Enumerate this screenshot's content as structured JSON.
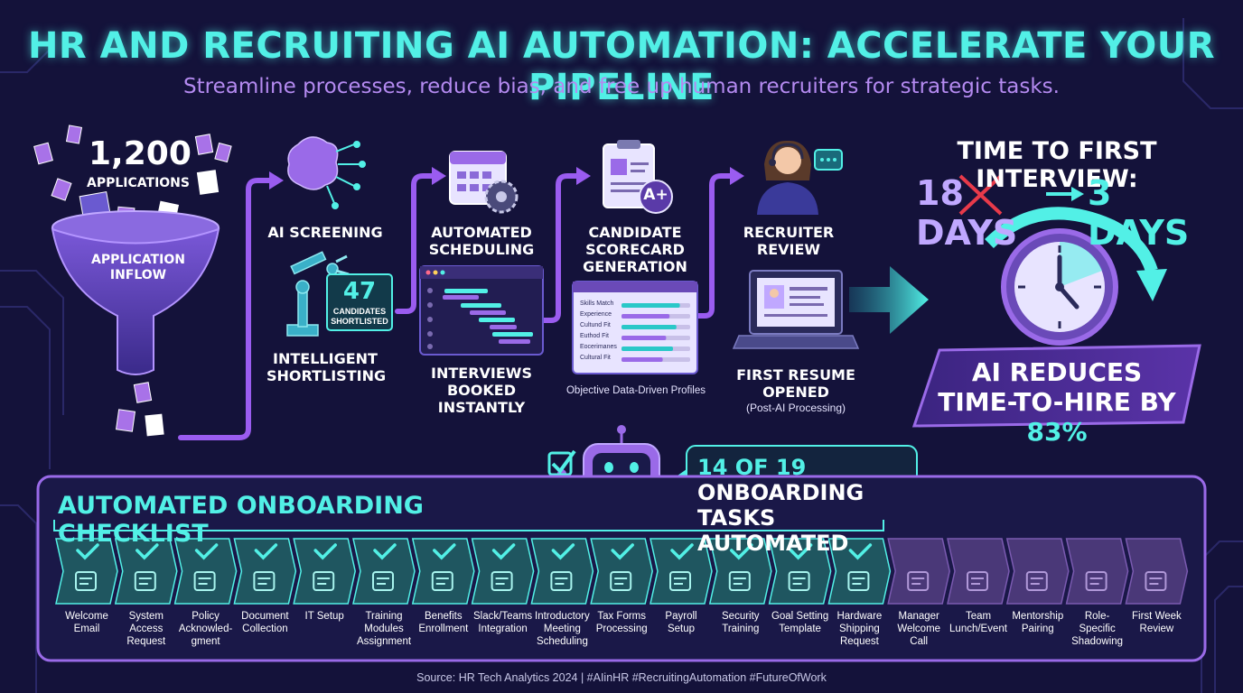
{
  "header": {
    "title": "HR AND RECRUITING AI AUTOMATION: ACCELERATE YOUR PIPELINE",
    "subtitle": "Streamline processes, reduce bias, and free up human recruiters for strategic tasks."
  },
  "inflow": {
    "count": "1,200",
    "count_label": "APPLICATIONS",
    "funnel_label_1": "APPLICATION",
    "funnel_label_2": "INFLOW"
  },
  "screening": {
    "label": "AI SCREENING",
    "shortlist_count": "47",
    "shortlist_label_1": "CANDIDATES",
    "shortlist_label_2": "SHORTLISTED",
    "sub_label_1": "INTELLIGENT",
    "sub_label_2": "SHORTLISTING"
  },
  "scheduling": {
    "label_1": "AUTOMATED",
    "label_2": "SCHEDULING",
    "sub_label_1": "INTERVIEWS",
    "sub_label_2": "BOOKED INSTANTLY"
  },
  "scorecard": {
    "label_1": "CANDIDATE",
    "label_2": "SCORECARD",
    "label_3": "GENERATION",
    "grade": "A+",
    "rows": [
      {
        "name": "Skills Match",
        "value": 0.85
      },
      {
        "name": "Experience",
        "value": 0.7
      },
      {
        "name": "Cultund Fit",
        "value": 0.8
      },
      {
        "name": "Euthod Fit",
        "value": 0.65
      },
      {
        "name": "Eocerimanes",
        "value": 0.75
      },
      {
        "name": "Cultural Fit",
        "value": 0.6
      }
    ],
    "sub_label": "Objective Data-Driven Profiles"
  },
  "review": {
    "label_1": "RECRUITER",
    "label_2": "REVIEW",
    "sub_label_1": "FIRST RESUME",
    "sub_label_2": "OPENED",
    "sub_label_3": "(Post-AI Processing)"
  },
  "time": {
    "label": "TIME TO FIRST INTERVIEW:",
    "before": "18 DAYS",
    "after": "3 DAYS",
    "banner_1": "AI REDUCES",
    "banner_2": "TIME-TO-HIRE BY",
    "banner_pct": "83%"
  },
  "onboarding": {
    "title": "AUTOMATED ONBOARDING CHECKLIST",
    "callout_count": "14 OF 19",
    "callout_1": "ONBOARDING",
    "callout_2": "TASKS AUTOMATED",
    "tasks": [
      {
        "label": "Welcome Email",
        "done": true,
        "icon": "email-icon"
      },
      {
        "label": "System Access Request",
        "done": true,
        "icon": "access-icon"
      },
      {
        "label": "Policy Acknowled-gment",
        "done": true,
        "icon": "policy-icon"
      },
      {
        "label": "Document Collection",
        "done": true,
        "icon": "document-icon"
      },
      {
        "label": "IT Setup",
        "done": true,
        "icon": "monitor-icon"
      },
      {
        "label": "Training Modules Assignment",
        "done": true,
        "icon": "graduation-cap-icon"
      },
      {
        "label": "Benefits Enrollment",
        "done": true,
        "icon": "benefits-icon"
      },
      {
        "label": "Slack/Teams Integration",
        "done": true,
        "icon": "slack-icon"
      },
      {
        "label": "Introductory Meeting Scheduling",
        "done": true,
        "icon": "calendar-icon"
      },
      {
        "label": "Tax Forms Processing",
        "done": true,
        "icon": "tax-form-icon"
      },
      {
        "label": "Payroll Setup",
        "done": true,
        "icon": "payroll-icon"
      },
      {
        "label": "Security Training",
        "done": true,
        "icon": "shield-icon"
      },
      {
        "label": "Goal Setting Template",
        "done": true,
        "icon": "target-icon"
      },
      {
        "label": "Hardware Shipping Request",
        "done": true,
        "icon": "shipping-icon"
      },
      {
        "label": "Manager Welcome Call",
        "done": false,
        "icon": "headset-icon"
      },
      {
        "label": "Team Lunch/Event",
        "done": false,
        "icon": "team-lunch-icon"
      },
      {
        "label": "Mentorship Pairing",
        "done": false,
        "icon": "mentorship-icon"
      },
      {
        "label": "Role-Specific Shadowing",
        "done": false,
        "icon": "shadowing-icon"
      },
      {
        "label": "First Week Review",
        "done": false,
        "icon": "review-calendar-icon"
      }
    ]
  },
  "footer": {
    "source": "Source: HR Tech Analytics 2024 | #AIinHR #RecruitingAutomation #FutureOfWork"
  },
  "colors": {
    "background": "#14123a",
    "cyan": "#52f0e6",
    "purple": "#9a5cf0",
    "panel": "#2a2060",
    "pending": "#6a4a9a"
  }
}
